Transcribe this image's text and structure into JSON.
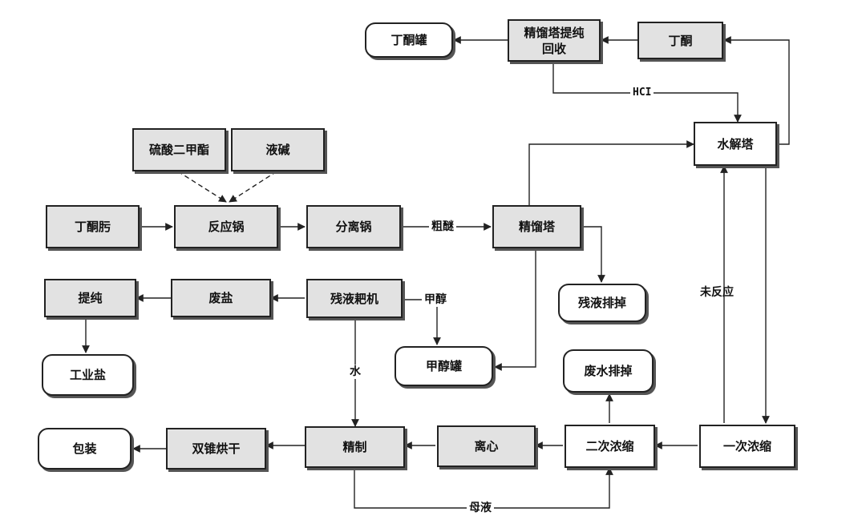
{
  "nodes": {
    "butanone_tank": "丁酮罐",
    "rectify_recover": "精馏塔提纯\n回收",
    "butanone": "丁酮",
    "hydrolysis_tower": "水解塔",
    "dimethyl_sulfate": "硫酸二甲酯",
    "lye": "液碱",
    "butanone_oxime": "丁酮肟",
    "reactor": "反应锅",
    "separator": "分离锅",
    "rectifying_tower": "精馏塔",
    "residue_discharge": "残液排掉",
    "purify": "提纯",
    "waste_salt": "废盐",
    "residue_dryer": "残液耙机",
    "methanol_tank": "甲醇罐",
    "industrial_salt": "工业盐",
    "wastewater_discharge": "废水排掉",
    "packaging": "包装",
    "double_cone_dryer": "双锥烘干",
    "refining": "精制",
    "centrifuge": "离心",
    "second_concentration": "二次浓缩",
    "first_concentration": "一次浓缩"
  },
  "labels": {
    "hcl": "HCI",
    "crude_ether": "粗醚",
    "methanol": "甲醇",
    "water": "水",
    "unreacted": "未反应",
    "mother_liquor": "母液"
  }
}
